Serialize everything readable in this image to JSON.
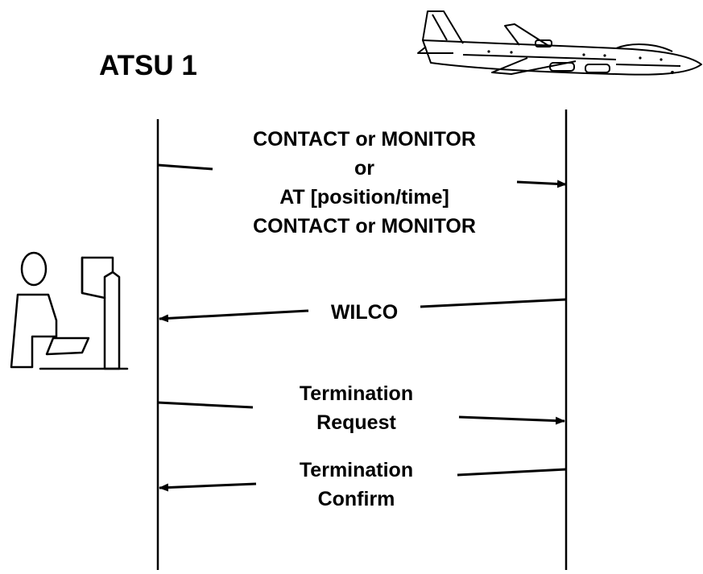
{
  "title": "ATSU 1",
  "messages": [
    {
      "lines": [
        "CONTACT or MONITOR",
        "or",
        "AT [position/time]",
        "CONTACT or MONITOR"
      ],
      "direction": "to-aircraft"
    },
    {
      "lines": [
        "WILCO"
      ],
      "direction": "to-atsu"
    },
    {
      "lines": [
        "Termination",
        "Request"
      ],
      "direction": "to-aircraft"
    },
    {
      "lines": [
        "Termination",
        "Confirm"
      ],
      "direction": "to-atsu"
    }
  ],
  "icons": {
    "ground": "controller-workstation-icon",
    "air": "airliner-icon"
  },
  "colors": {
    "ink": "#000000",
    "background": "#ffffff"
  }
}
